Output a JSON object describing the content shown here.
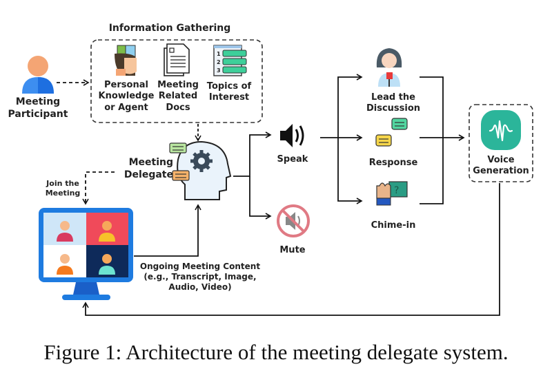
{
  "title": "Information Gathering",
  "participant": {
    "label": "Meeting\nParticipant"
  },
  "info_items": [
    {
      "label": "Personal\nKnowledge\nor Agent",
      "icon": "person-knowledge-icon"
    },
    {
      "label": "Meeting\nRelated\nDocs",
      "icon": "document-icon"
    },
    {
      "label": "Topics of\nInterest",
      "icon": "topic-list-icon"
    }
  ],
  "topic_numbers": [
    "1",
    "2",
    "3"
  ],
  "delegate": {
    "label": "Meeting\nDelegate"
  },
  "join": {
    "label": "Join the\nMeeting"
  },
  "ongoing": {
    "label": "Ongoing Meeting Content\n(e.g., Transcript, Image,\nAudio, Video)"
  },
  "speak": {
    "label": "Speak"
  },
  "mute": {
    "label": "Mute"
  },
  "actions": [
    {
      "label": "Lead the\nDiscussion"
    },
    {
      "label": "Response"
    },
    {
      "label": "Chime-in"
    }
  ],
  "voice": {
    "label": "Voice\nGeneration"
  },
  "caption": "Figure 1: Architecture of the meeting delegate system.",
  "colors": {
    "teal": "#2bb59a",
    "blue": "#1e7be0",
    "red": "#f04a5a",
    "navy": "#0e2a5a"
  }
}
